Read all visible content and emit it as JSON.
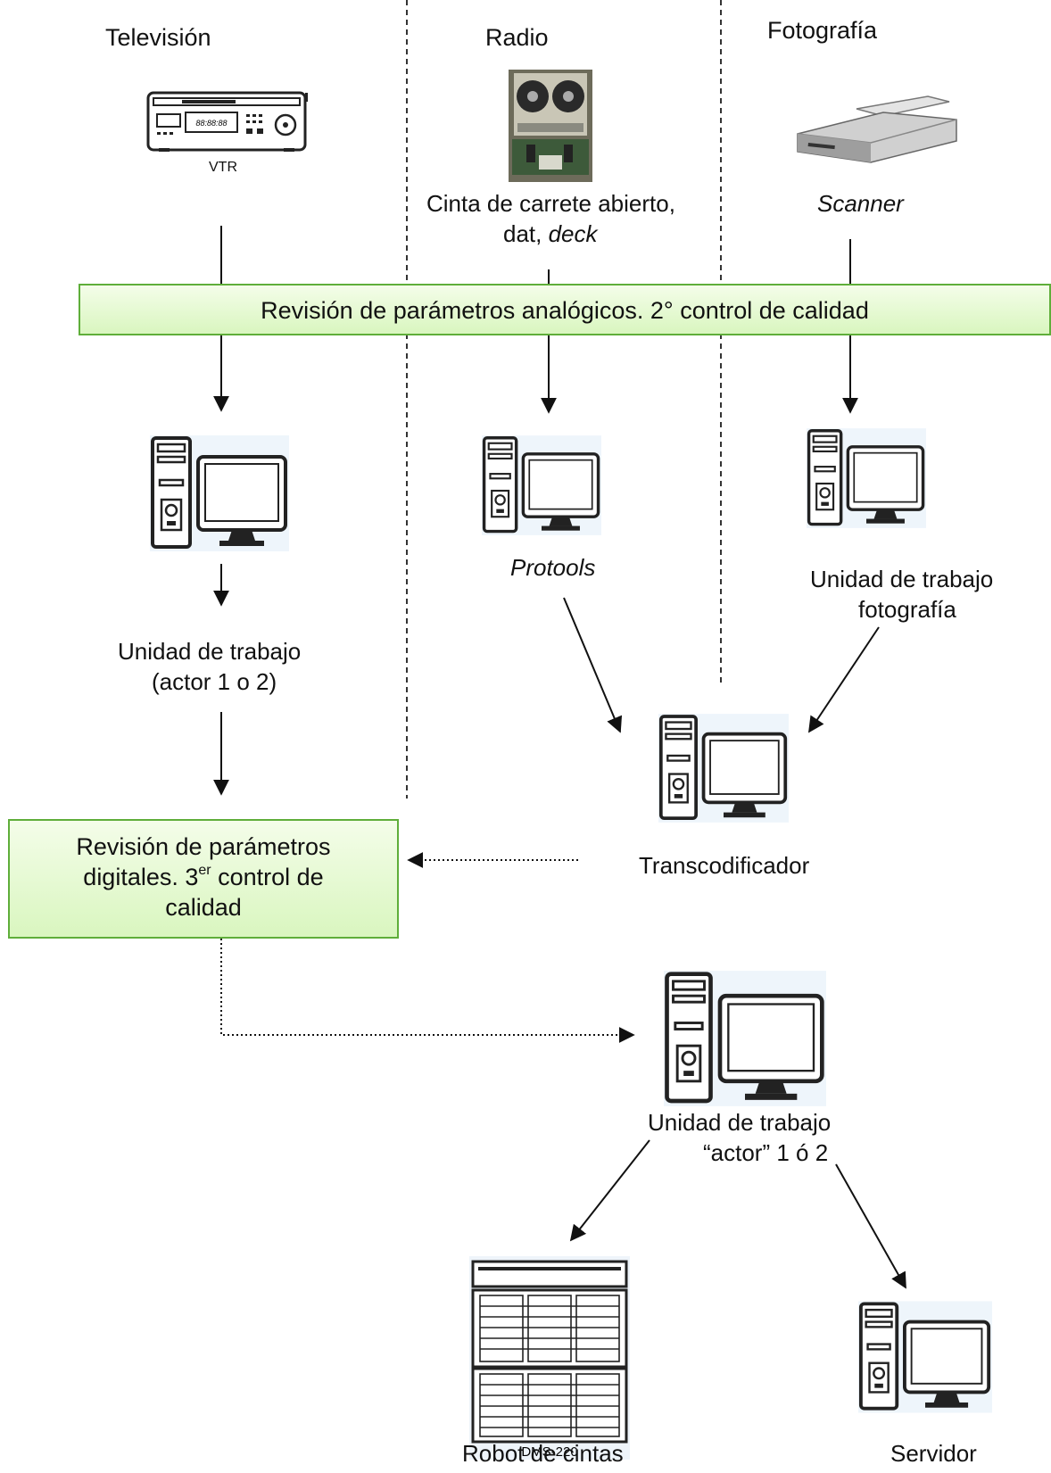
{
  "columns": {
    "tv": "Televisión",
    "radio": "Radio",
    "photo": "Fotografía"
  },
  "devices": {
    "vtr_caption": "VTR",
    "vtr_time": "88:88:88",
    "reel_line1": "Cinta de carrete abierto,",
    "reel_line2_prefix": "dat, ",
    "reel_line2_italic": "deck",
    "scanner": "Scanner"
  },
  "analog_check": "Revisión de parámetros analógicos. 2° control de calidad",
  "workstations": {
    "tv_line1": "Unidad de trabajo",
    "tv_line2": "(actor 1 o 2)",
    "protools": "Protools",
    "photo_line1": "Unidad de trabajo",
    "photo_line2": "fotografía",
    "transcoder": "Transcodificador"
  },
  "digital_check": {
    "line1": "Revisión de parámetros",
    "line2_before": "digitales. 3",
    "line2_sup": "er",
    "line2_after": " control de",
    "line3": "calidad"
  },
  "actor_unit": {
    "line1": "Unidad de trabajo",
    "line2": "“actor” 1 ó 2"
  },
  "outputs": {
    "robot_model": "DMS-220",
    "robot": "Robot de cintas",
    "server": "Servidor"
  }
}
